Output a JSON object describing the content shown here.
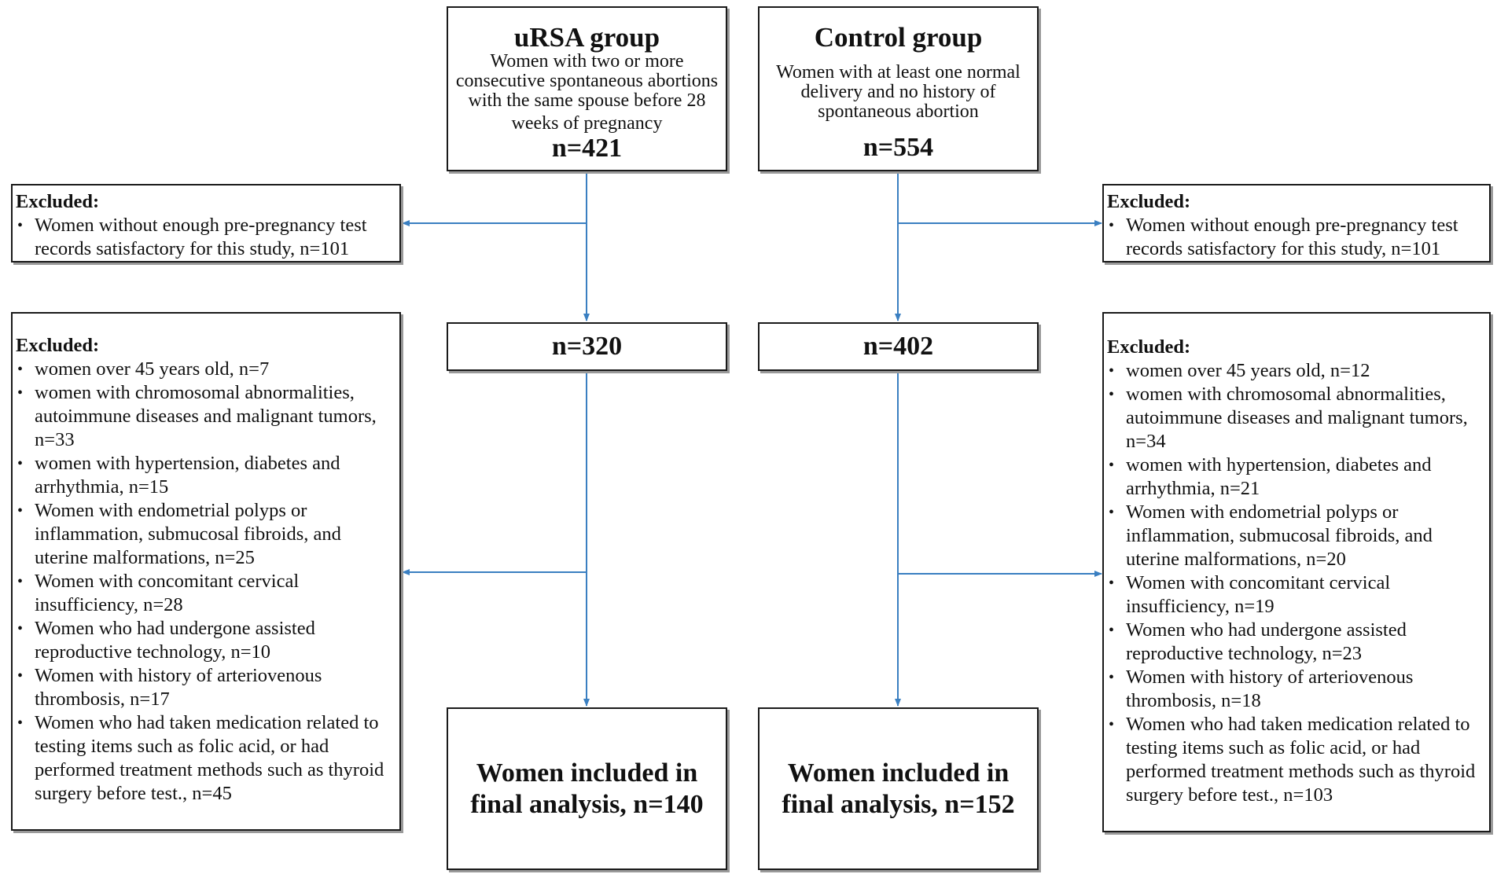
{
  "ursa": {
    "title": "uRSA group",
    "description_lines": [
      "Women with two or more",
      "consecutive spontaneous abortions",
      "with the same spouse before 28",
      "weeks of pregnancy"
    ],
    "n_initial": "n=421",
    "n_mid": "n=320",
    "final": [
      "Women included in",
      "final analysis, n=140"
    ]
  },
  "control": {
    "title": "Control group",
    "description_lines": [
      "Women with at least one normal",
      "delivery and no history of",
      "spontaneous abortion"
    ],
    "n_initial": "n=554",
    "n_mid": "n=402",
    "final": [
      "Women included in",
      "final analysis, n=152"
    ]
  },
  "left_excluded_1": {
    "heading": "Excluded:",
    "items": [
      [
        "Women without enough pre-pregnancy test",
        "records satisfactory for this study, n=101"
      ]
    ]
  },
  "right_excluded_1": {
    "heading": "Excluded:",
    "items": [
      [
        "Women without enough pre-pregnancy test",
        "records satisfactory for this study, n=101"
      ]
    ]
  },
  "left_excluded_2": {
    "heading": "Excluded:",
    "items": [
      [
        "women over 45 years old, n=7"
      ],
      [
        "women with chromosomal abnormalities,",
        "autoimmune diseases and malignant tumors,",
        "n=33"
      ],
      [
        "women with hypertension, diabetes and",
        "arrhythmia, n=15"
      ],
      [
        "Women with endometrial polyps or",
        "inflammation, submucosal fibroids, and",
        "uterine malformations, n=25"
      ],
      [
        "Women with concomitant cervical",
        "insufficiency, n=28"
      ],
      [
        "Women who had undergone assisted",
        "reproductive technology, n=10"
      ],
      [
        "Women with history of arteriovenous",
        "thrombosis, n=17"
      ],
      [
        "Women who had taken medication related to",
        "testing items such as folic acid, or had",
        "performed treatment methods such as thyroid",
        "surgery before test., n=45"
      ]
    ]
  },
  "right_excluded_2": {
    "heading": "Excluded:",
    "items": [
      [
        "women over 45 years old, n=12"
      ],
      [
        "women with chromosomal abnormalities,",
        "autoimmune diseases and malignant tumors,",
        "n=34"
      ],
      [
        "women with hypertension, diabetes and",
        "arrhythmia, n=21"
      ],
      [
        "Women with endometrial polyps or",
        "inflammation, submucosal fibroids, and",
        "uterine malformations, n=20"
      ],
      [
        "Women with concomitant cervical",
        "insufficiency, n=19"
      ],
      [
        "Women who had undergone assisted",
        "reproductive technology, n=23"
      ],
      [
        "Women with history of arteriovenous",
        "thrombosis, n=18"
      ],
      [
        "Women who had taken medication related to",
        "testing items such as folic acid, or had",
        "performed treatment methods such as thyroid",
        "surgery before test., n=103"
      ]
    ]
  },
  "colors": {
    "arrow": "#3a7fc1",
    "border": "#1a1a1a",
    "shadow": "#9a9a9a"
  }
}
